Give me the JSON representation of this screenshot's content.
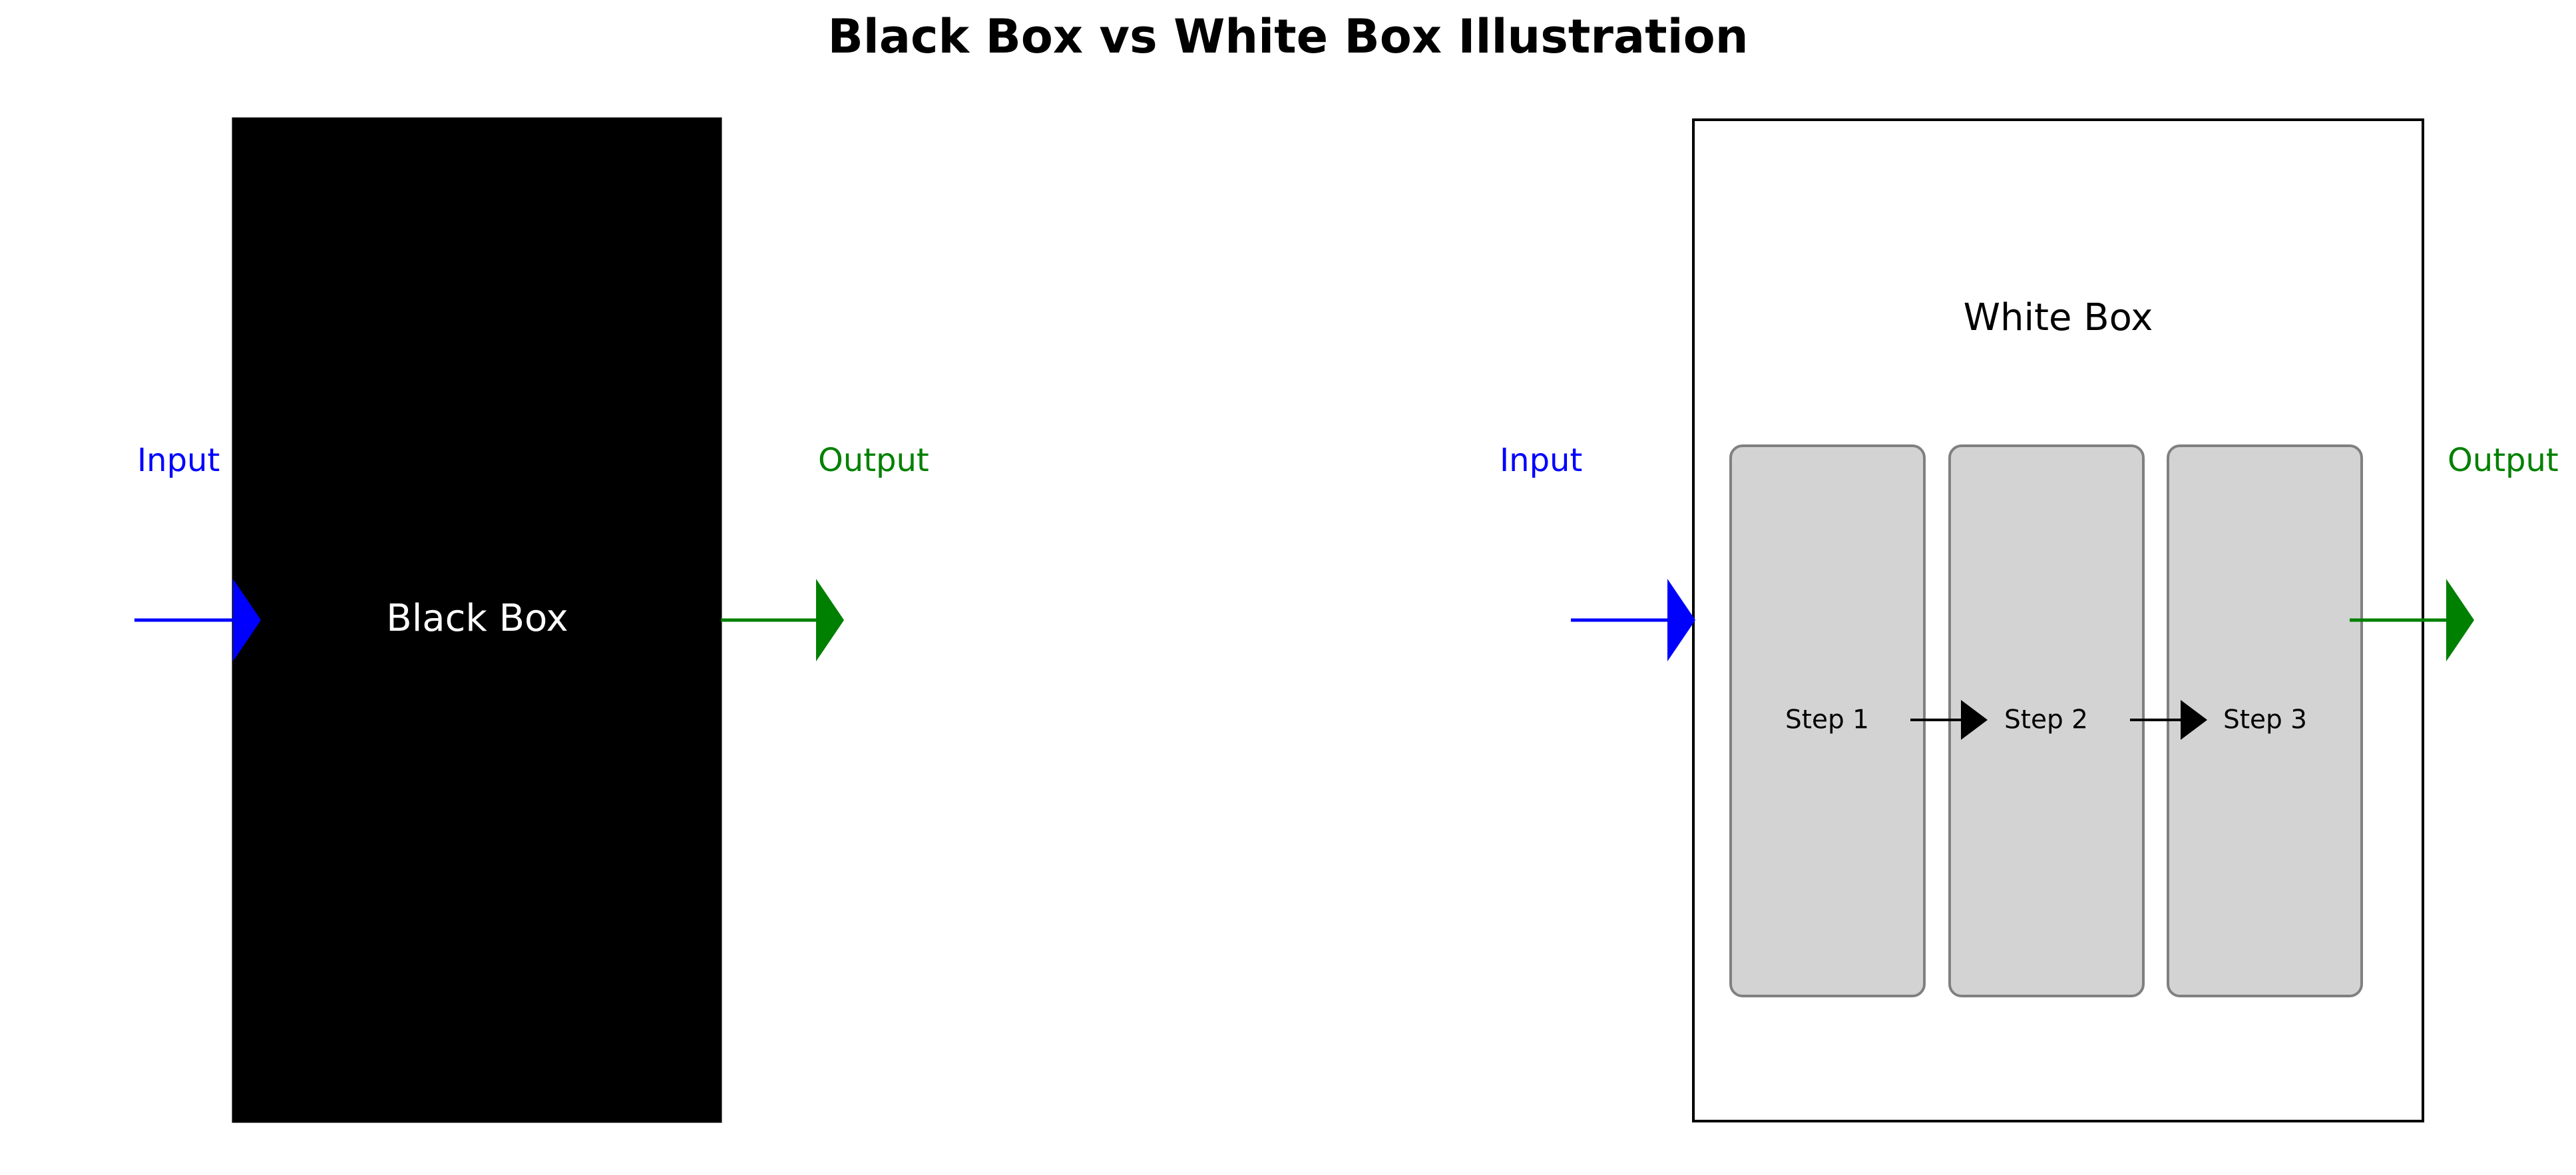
{
  "title": "Black Box vs White Box Illustration",
  "colors": {
    "input": "#0000ff",
    "output": "#008000",
    "black_box_fill": "#000000",
    "step_fill": "#d3d3d3",
    "step_stroke": "#808080",
    "arrow": "#000000"
  },
  "black_box": {
    "label": "Black Box",
    "input_label": "Input",
    "output_label": "Output"
  },
  "white_box": {
    "label": "White Box",
    "input_label": "Input",
    "output_label": "Output",
    "steps": [
      "Step 1",
      "Step 2",
      "Step 3"
    ]
  }
}
